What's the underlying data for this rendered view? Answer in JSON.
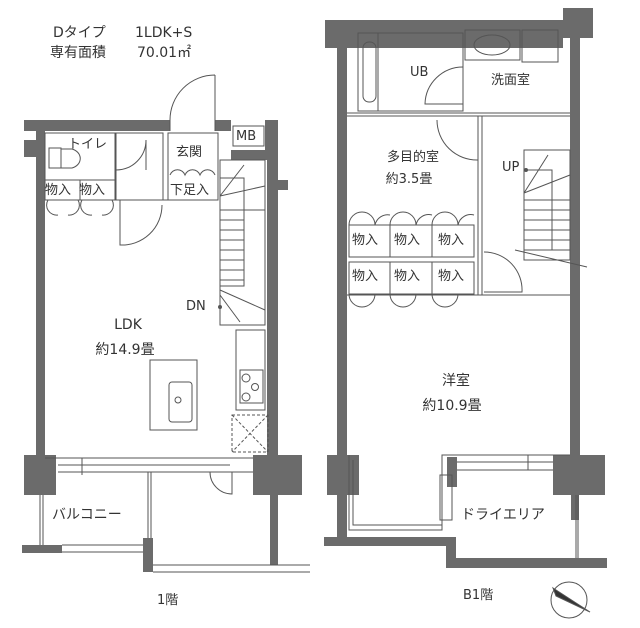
{
  "header": {
    "type": "Dタイプ",
    "layout": "1LDK+S",
    "area_label": "専有面積",
    "area_value": "70.01㎡"
  },
  "floor1": {
    "floor_label": "1階",
    "rooms": {
      "toilet": "トイレ",
      "storage1": "物入",
      "storage2": "物入",
      "entrance": "玄関",
      "shoe_box": "下足入",
      "mb": "MB",
      "dn": "DN",
      "ldk": "LDK",
      "ldk_size": "約14.9畳",
      "balcony": "バルコニー"
    }
  },
  "floorB1": {
    "floor_label": "B1階",
    "rooms": {
      "ub": "UB",
      "washroom": "洗面室",
      "multi": "多目的室",
      "multi_size": "約3.5畳",
      "up": "UP",
      "storage": [
        "物入",
        "物入",
        "物入",
        "物入",
        "物入",
        "物入"
      ],
      "western": "洋室",
      "western_size": "約10.9畳",
      "dry_area": "ドライエリア"
    }
  },
  "colors": {
    "wall": "#6b6b6b",
    "line": "#555555"
  },
  "icons": [
    "north-compass-icon"
  ]
}
